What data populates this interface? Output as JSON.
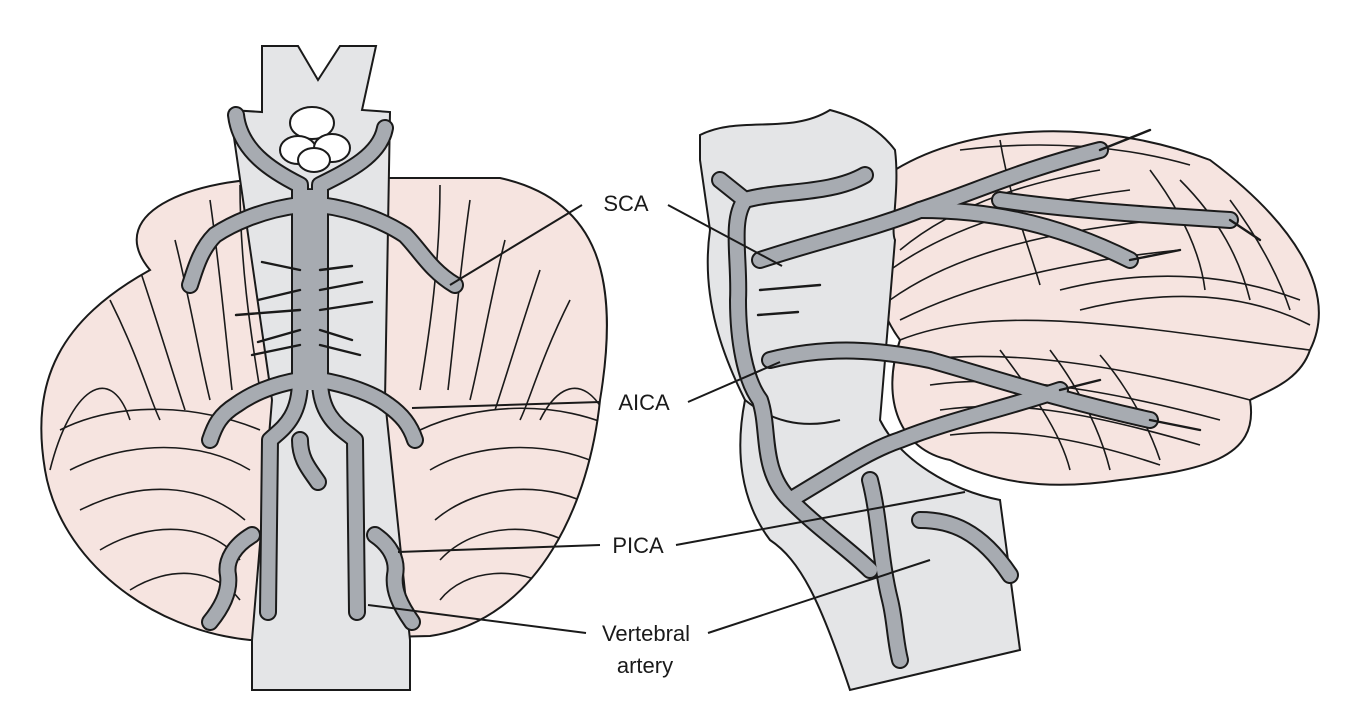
{
  "labels": {
    "sca": "SCA",
    "aica": "AICA",
    "pica": "PICA",
    "vertebral_line1": "Vertebral",
    "vertebral_line2": "artery"
  },
  "colors": {
    "cerebellum": "#f6e4e0",
    "brainstem": "#e4e5e7",
    "artery": "#a7abb1",
    "outline": "#1a1a1a"
  }
}
